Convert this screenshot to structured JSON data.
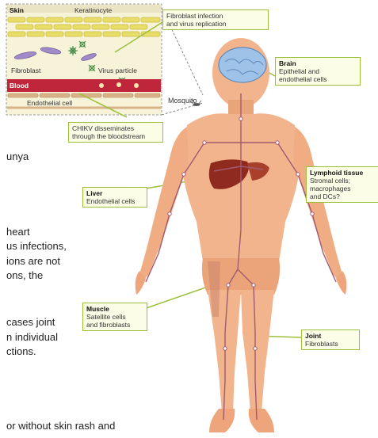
{
  "background_text": [
    "unya",
    "heart",
    "us infections,",
    "ions are not",
    "ons, the",
    "cases joint",
    "n individual",
    "ctions.",
    "or without skin rash and"
  ],
  "inset": {
    "skin": "Skin",
    "keratinocyte": "Keratinocyte",
    "fibroblast": "Fibroblast",
    "virus_particle": "Virus particle",
    "blood": "Blood",
    "endothelial": "Endothelial cell"
  },
  "mosquito": "Mosquito",
  "callouts": {
    "fibroblast_infection": {
      "line1": "Fibroblast infection",
      "line2": "and virus replication"
    },
    "disseminates": {
      "line1": "CHIKV disseminates",
      "line2": "through the bloodstream"
    },
    "brain": {
      "title": "Brain",
      "line1": "Epithelial and",
      "line2": "endothelial cells"
    },
    "lymphoid": {
      "title": "Lymphoid tissue",
      "line1": "Stromal cells;",
      "line2": "macrophages",
      "line3": "and DCs?"
    },
    "liver": {
      "title": "Liver",
      "line1": "Endothelial cells"
    },
    "muscle": {
      "title": "Muscle",
      "line1": "Satellite cells",
      "line2": "and fibroblasts"
    },
    "joint": {
      "title": "Joint",
      "line1": "Fibroblasts"
    }
  },
  "colors": {
    "body_skin": "#f2b48c",
    "body_shade": "#e59a6e",
    "vessel": "#a25a72",
    "callout_border": "#9cbf3a",
    "callout_fill": "#fbfde6",
    "blood_band": "#c0263b",
    "brain": "#9fc2e8",
    "liver": "#8e2b1e"
  }
}
